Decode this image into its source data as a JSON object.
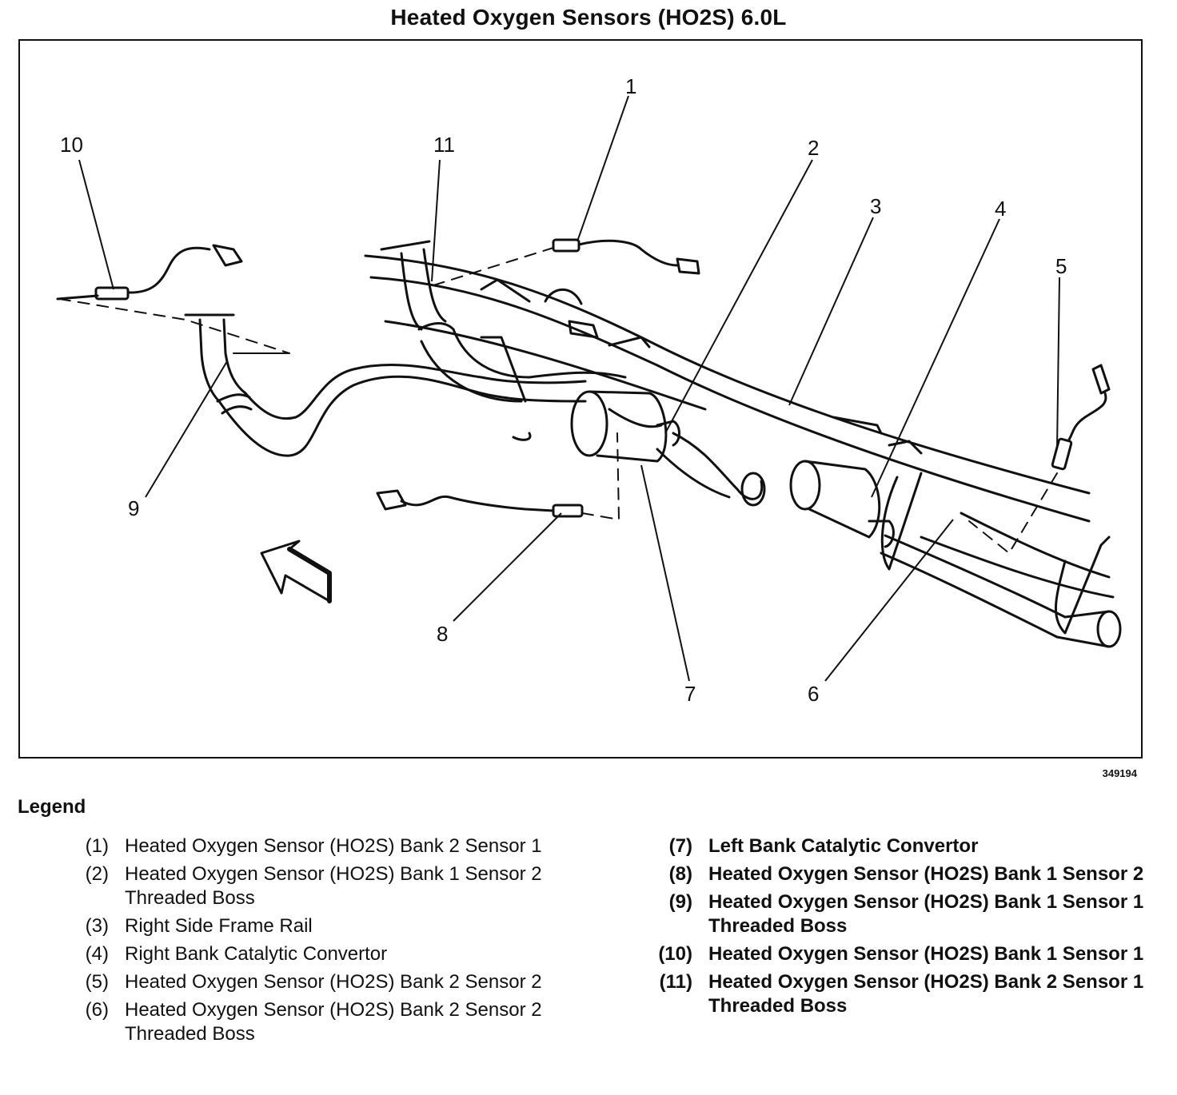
{
  "title": "Heated Oxygen Sensors (HO2S) 6.0L",
  "figure_id": "349194",
  "callouts": [
    "1",
    "2",
    "3",
    "4",
    "5",
    "6",
    "7",
    "8",
    "9",
    "10",
    "11"
  ],
  "legend": {
    "heading": "Legend",
    "left": [
      {
        "num": "(1)",
        "text": "Heated Oxygen Sensor (HO2S) Bank 2 Sensor 1"
      },
      {
        "num": "(2)",
        "text": "Heated Oxygen Sensor (HO2S) Bank 1 Sensor 2 Threaded Boss"
      },
      {
        "num": "(3)",
        "text": "Right Side Frame Rail"
      },
      {
        "num": "(4)",
        "text": "Right Bank Catalytic Convertor"
      },
      {
        "num": "(5)",
        "text": "Heated Oxygen Sensor (HO2S) Bank 2 Sensor 2"
      },
      {
        "num": "(6)",
        "text": "Heated Oxygen Sensor (HO2S) Bank 2 Sensor 2 Threaded Boss"
      }
    ],
    "right": [
      {
        "num": "(7)",
        "text": "Left Bank Catalytic Convertor"
      },
      {
        "num": "(8)",
        "text": "Heated Oxygen Sensor (HO2S) Bank 1 Sensor 2"
      },
      {
        "num": "(9)",
        "text": "Heated Oxygen Sensor (HO2S) Bank 1 Sensor 1 Threaded Boss"
      },
      {
        "num": "(10)",
        "text": "Heated Oxygen Sensor (HO2S) Bank 1 Sensor 1"
      },
      {
        "num": "(11)",
        "text": "Heated Oxygen Sensor (HO2S) Bank 2 Sensor 1 Threaded Boss"
      }
    ]
  }
}
